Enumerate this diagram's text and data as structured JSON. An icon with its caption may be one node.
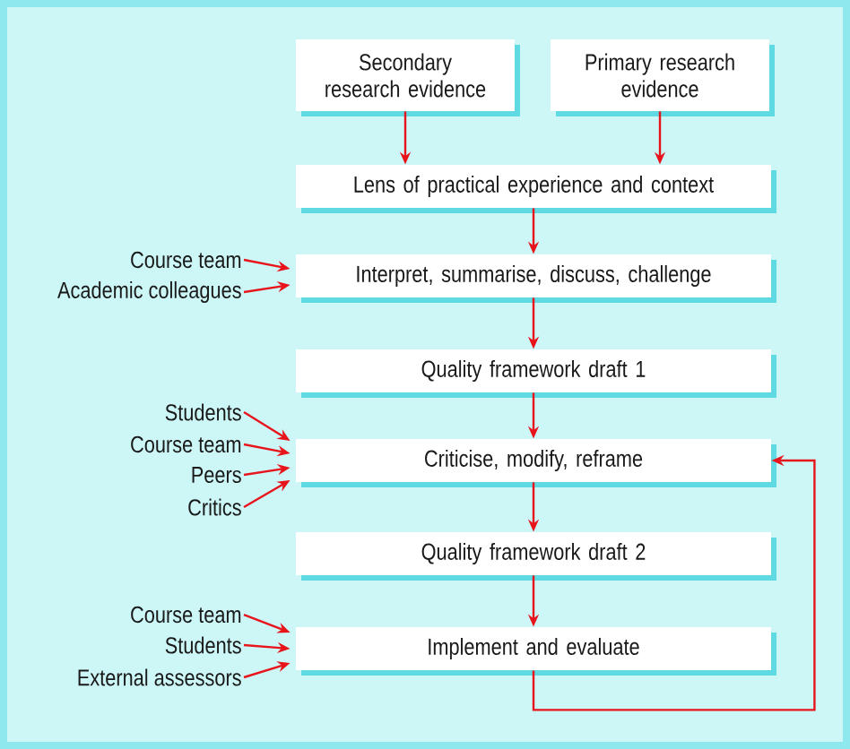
{
  "diagram": {
    "nodes": [
      {
        "text": [
          "Secondary research evidence"
        ]
      },
      {
        "text": [
          "Primary research evidence"
        ]
      },
      {
        "text": [
          "Lens of practical experience and context"
        ]
      },
      {
        "text": [
          "Interpret, summarise, discuss, challenge"
        ]
      },
      {
        "text": [
          "Quality framework draft 1"
        ]
      },
      {
        "text": [
          "Criticise, modify, reframe"
        ]
      },
      {
        "text": [
          "Quality framework draft 2"
        ]
      },
      {
        "text": [
          "Implement and evaluate"
        ]
      },
      {
        "text": [
          "Course team"
        ]
      },
      {
        "text": [
          "Academic colleagues"
        ]
      },
      {
        "text": [
          "Students"
        ]
      },
      {
        "text": [
          "Course team"
        ]
      },
      {
        "text": [
          "Peers"
        ]
      },
      {
        "text": [
          "Critics"
        ]
      },
      {
        "text": [
          "Course team"
        ]
      },
      {
        "text": [
          "Students"
        ]
      },
      {
        "text": [
          "External assessors"
        ]
      }
    ],
    "edges": [
      {
        "from": 0,
        "to": 2,
        "arrow": "to"
      },
      {
        "from": 1,
        "to": 2,
        "arrow": "to"
      },
      {
        "from": 2,
        "to": 3,
        "arrow": "to"
      },
      {
        "from": 3,
        "to": 4,
        "arrow": "to"
      },
      {
        "from": 4,
        "to": 5,
        "arrow": "to"
      },
      {
        "from": 5,
        "to": 6,
        "arrow": "to"
      },
      {
        "from": 6,
        "to": 7,
        "arrow": "to"
      },
      {
        "from": 7,
        "to": 5,
        "arrow": "to"
      },
      {
        "from": 8,
        "to": 3,
        "arrow": "to"
      },
      {
        "from": 9,
        "to": 3,
        "arrow": "to"
      },
      {
        "from": 10,
        "to": 5,
        "arrow": "to"
      },
      {
        "from": 11,
        "to": 5,
        "arrow": "to"
      },
      {
        "from": 12,
        "to": 5,
        "arrow": "to"
      },
      {
        "from": 13,
        "to": 5,
        "arrow": "to"
      },
      {
        "from": 14,
        "to": 7,
        "arrow": "to"
      },
      {
        "from": 15,
        "to": 7,
        "arrow": "to"
      },
      {
        "from": 16,
        "to": 7,
        "arrow": "to"
      }
    ]
  }
}
